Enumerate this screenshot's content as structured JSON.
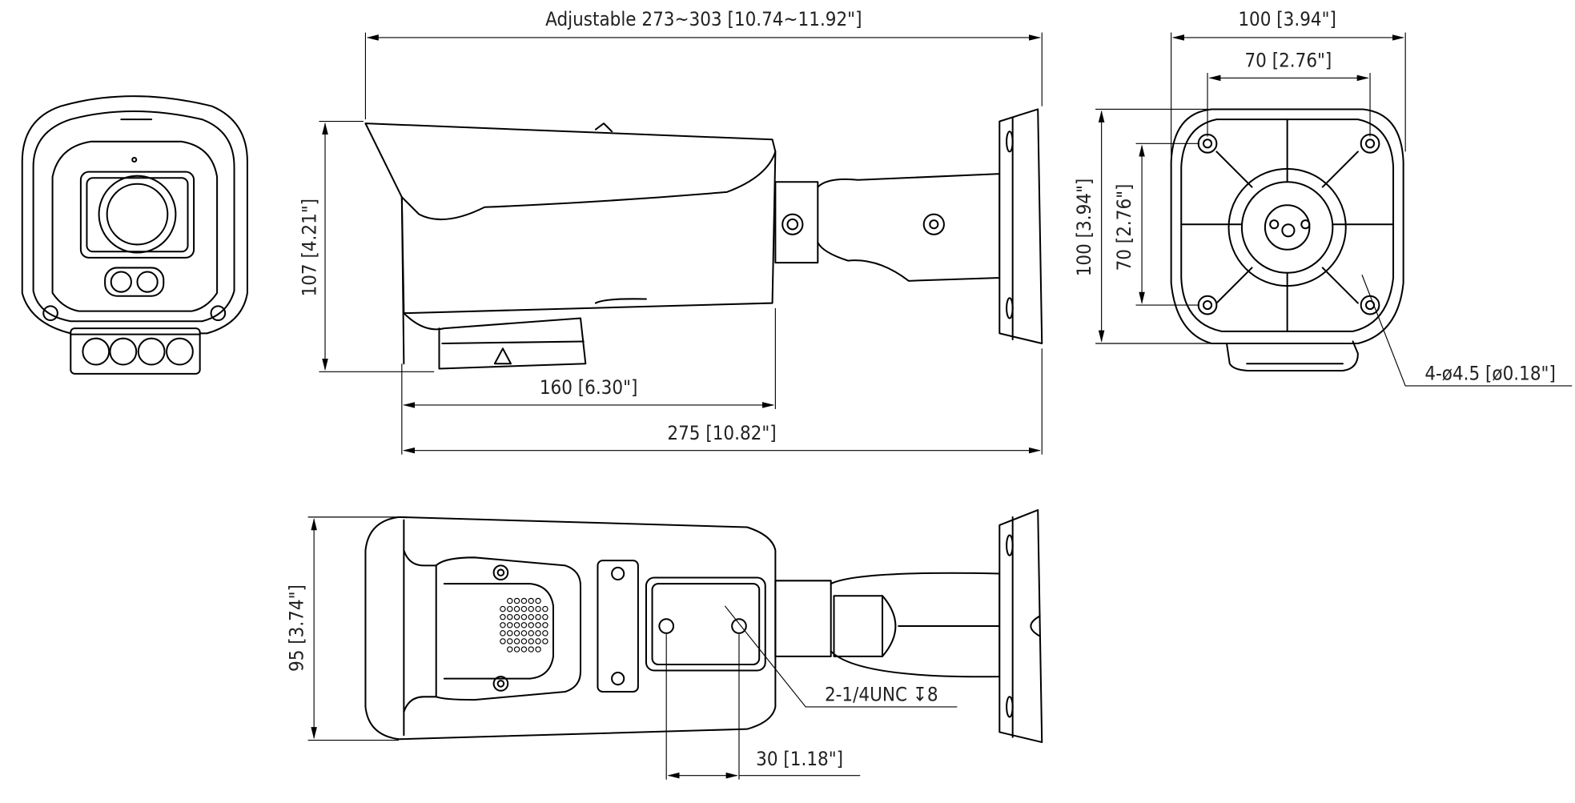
{
  "drawing": {
    "colors": {
      "line": "#000000",
      "background": "#ffffff",
      "text": "#222222"
    },
    "side_view": {
      "adjustable_length": "Adjustable 273~303 [10.74~11.92\"]",
      "height": "107 [4.21\"]",
      "body_length": "160 [6.30\"]",
      "total_length": "275 [10.82\"]"
    },
    "mount_view": {
      "width_outer": "100 [3.94\"]",
      "width_holes": "70 [2.76\"]",
      "height_outer": "100 [3.94\"]",
      "height_holes": "70 [2.76\"]",
      "holes": "4-ø4.5 [ø0.18\"]"
    },
    "bottom_view": {
      "width": "95 [3.74\"]",
      "thread": "2-1/4UNC ↧8",
      "thread_spacing": "30 [1.18\"]"
    }
  }
}
